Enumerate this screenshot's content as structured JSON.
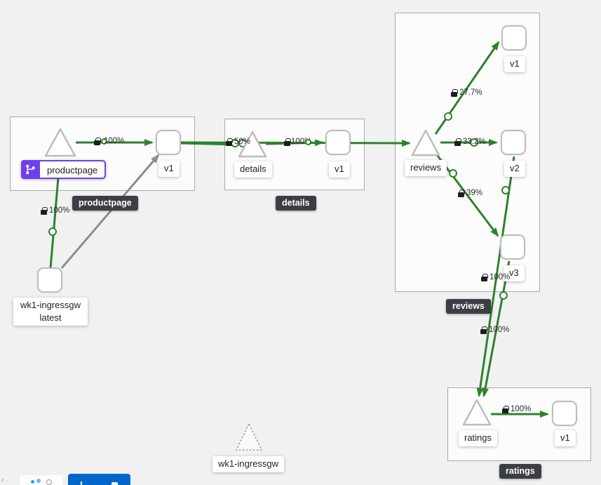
{
  "graph": {
    "groups": {
      "productpage": {
        "badge": "productpage"
      },
      "details": {
        "badge": "details"
      },
      "reviews": {
        "badge": "reviews"
      },
      "ratings": {
        "badge": "ratings"
      }
    },
    "nodes": {
      "productpage_service": {
        "label": "productpage"
      },
      "productpage_v1": {
        "label": "v1"
      },
      "details_service": {
        "label": "details"
      },
      "details_v1": {
        "label": "v1"
      },
      "reviews_service": {
        "label": "reviews"
      },
      "reviews_v1": {
        "label": "v1"
      },
      "reviews_v2": {
        "label": "v2"
      },
      "reviews_v3": {
        "label": "v3"
      },
      "ratings_service": {
        "label": "ratings"
      },
      "ratings_v1": {
        "label": "v1"
      },
      "ingress_workload": {
        "label_line1": "wk1-ingressgw",
        "label_line2": "latest"
      },
      "idle_service": {
        "label": "wk1-ingressgw"
      }
    },
    "edge_labels": {
      "ingress_to_productpage": "100%",
      "productpage_to_v1": "100%",
      "productpagev1_to_details": "50%",
      "details_to_v1": "100%",
      "reviews_to_v1": "27.7%",
      "reviews_to_v2": "33.2%",
      "reviews_to_v3": "39%",
      "reviewsv2_to_ratings": "100%",
      "reviewsv3_to_ratings": "100%",
      "ratings_to_v1": "100%"
    },
    "colors": {
      "healthy_edge": "#2d822d",
      "idle_edge": "#8d8d8d",
      "virtualservice_badge": "#703fec",
      "primary_button": "#0066cc"
    }
  }
}
